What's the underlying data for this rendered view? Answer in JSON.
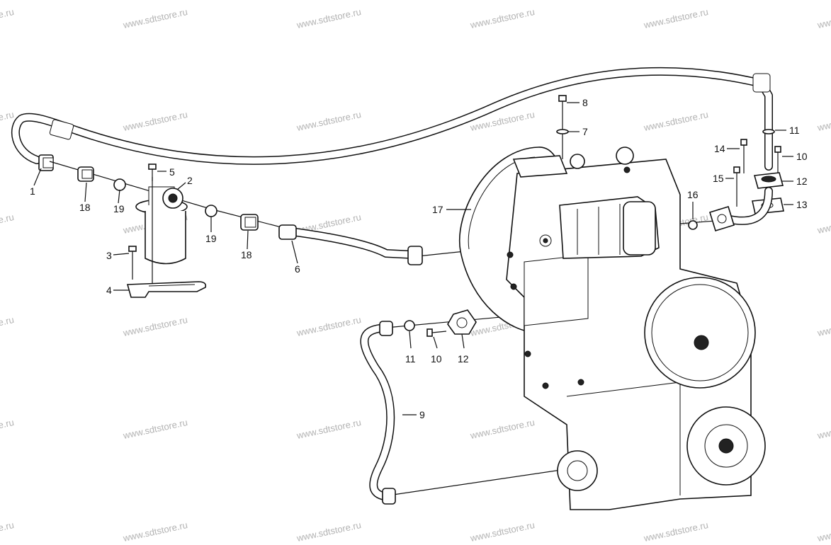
{
  "watermark": {
    "text": "www.sdtstore.ru"
  },
  "callouts": [
    {
      "id": "1",
      "label": "1"
    },
    {
      "id": "2",
      "label": "2"
    },
    {
      "id": "3",
      "label": "3"
    },
    {
      "id": "4",
      "label": "4"
    },
    {
      "id": "5",
      "label": "5"
    },
    {
      "id": "6",
      "label": "6"
    },
    {
      "id": "7",
      "label": "7"
    },
    {
      "id": "8",
      "label": "8"
    },
    {
      "id": "9",
      "label": "9"
    },
    {
      "id": "10a",
      "label": "10"
    },
    {
      "id": "10b",
      "label": "10"
    },
    {
      "id": "11a",
      "label": "11"
    },
    {
      "id": "11b",
      "label": "11"
    },
    {
      "id": "12a",
      "label": "12"
    },
    {
      "id": "12b",
      "label": "12"
    },
    {
      "id": "13",
      "label": "13"
    },
    {
      "id": "14",
      "label": "14"
    },
    {
      "id": "15",
      "label": "15"
    },
    {
      "id": "16",
      "label": "16"
    },
    {
      "id": "17",
      "label": "17"
    },
    {
      "id": "18a",
      "label": "18"
    },
    {
      "id": "18b",
      "label": "18"
    },
    {
      "id": "19a",
      "label": "19"
    },
    {
      "id": "19b",
      "label": "19"
    }
  ]
}
